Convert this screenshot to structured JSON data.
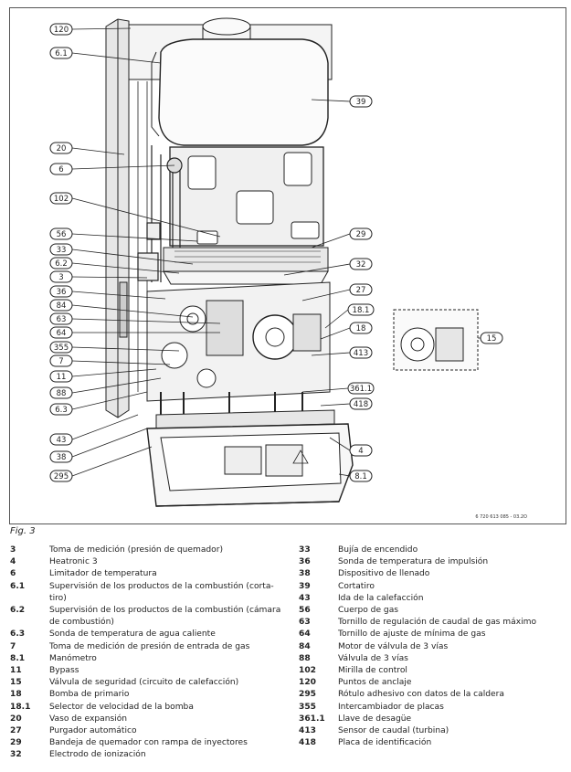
{
  "figure": {
    "doc_code": "6 720 613 085 - 03.2O",
    "callouts": [
      "120",
      "6.1",
      "39",
      "20",
      "6",
      "102",
      "56",
      "29",
      "33",
      "6.2",
      "32",
      "3",
      "36",
      "27",
      "84",
      "18.1",
      "63",
      "18",
      "64",
      "355",
      "413",
      "7",
      "11",
      "361.1",
      "88",
      "418",
      "6.3",
      "43",
      "4",
      "38",
      "295",
      "8.1",
      "15"
    ]
  },
  "fig_label": "Fig. 3",
  "legend_left": [
    {
      "num": "3",
      "text": "Toma de medición (presión de quemador)"
    },
    {
      "num": "4",
      "text": "Heatronic 3"
    },
    {
      "num": "6",
      "text": "Limitador de temperatura"
    },
    {
      "num": "6.1",
      "text": "Supervisión de los productos de la combustión (corta-"
    },
    {
      "num": "",
      "text": "tiro)"
    },
    {
      "num": "6.2",
      "text": "Supervisión de los productos de la combustión (cámara"
    },
    {
      "num": "",
      "text": "de combustión)"
    },
    {
      "num": "6.3",
      "text": "Sonda de temperatura de agua caliente"
    },
    {
      "num": "7",
      "text": "Toma de medición de presión de entrada de gas"
    },
    {
      "num": "8.1",
      "text": "Manómetro"
    },
    {
      "num": "11",
      "text": "Bypass"
    },
    {
      "num": "15",
      "text": "Válvula de seguridad (circuito de calefacción)"
    },
    {
      "num": "18",
      "text": "Bomba de primario"
    },
    {
      "num": "18.1",
      "text": "Selector de velocidad de la bomba"
    },
    {
      "num": "20",
      "text": "Vaso de expansión"
    },
    {
      "num": "27",
      "text": "Purgador automático"
    },
    {
      "num": "29",
      "text": "Bandeja de quemador con rampa de inyectores"
    },
    {
      "num": "32",
      "text": "Electrodo de ionización"
    }
  ],
  "legend_right": [
    {
      "num": "33",
      "text": "Bujía de encendido"
    },
    {
      "num": "36",
      "text": "Sonda de temperatura de impulsión"
    },
    {
      "num": "38",
      "text": "Dispositivo de llenado"
    },
    {
      "num": "39",
      "text": "Cortatiro"
    },
    {
      "num": "43",
      "text": "Ida de la calefacción"
    },
    {
      "num": "56",
      "text": "Cuerpo de gas"
    },
    {
      "num": "63",
      "text": "Tornillo de regulación de caudal de gas máximo"
    },
    {
      "num": "64",
      "text": "Tornillo de ajuste de mínima de gas"
    },
    {
      "num": "84",
      "text": "Motor de válvula de 3 vías"
    },
    {
      "num": "88",
      "text": "Válvula de 3 vías"
    },
    {
      "num": "102",
      "text": "Mirilla de control"
    },
    {
      "num": "120",
      "text": "Puntos de anclaje"
    },
    {
      "num": "295",
      "text": "Rótulo adhesivo con datos de la caldera"
    },
    {
      "num": "355",
      "text": "Intercambiador de placas"
    },
    {
      "num": "361.1",
      "text": "Llave de desagüe"
    },
    {
      "num": "413",
      "text": "Sensor de caudal (turbina)"
    },
    {
      "num": "418",
      "text": "Placa de identificación"
    }
  ]
}
